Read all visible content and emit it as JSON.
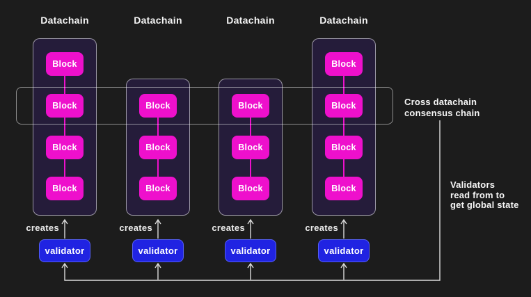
{
  "labels": {
    "block": "Block"
  },
  "columns": [
    {
      "label": "Datachain",
      "creates": "creates",
      "validator": "validator",
      "block_count": 4
    },
    {
      "label": "Datachain",
      "creates": "creates",
      "validator": "validator",
      "block_count": 3
    },
    {
      "label": "Datachain",
      "creates": "creates",
      "validator": "validator",
      "block_count": 3
    },
    {
      "label": "Datachain",
      "creates": "creates",
      "validator": "validator",
      "block_count": 4
    }
  ],
  "annotations": {
    "consensus": {
      "line1": "Cross datachain",
      "line2": "consensus chain"
    },
    "note": {
      "line1": "Validators",
      "line2": "read from to",
      "line3": "get global state"
    }
  },
  "colors": {
    "background": "#1c1c1c",
    "container": "#251c3a",
    "block": "#ee10cc",
    "validator": "#2023e2",
    "validator_border": "#5560f5",
    "line": "#dcdcdc",
    "text": "#f5f5f5"
  }
}
